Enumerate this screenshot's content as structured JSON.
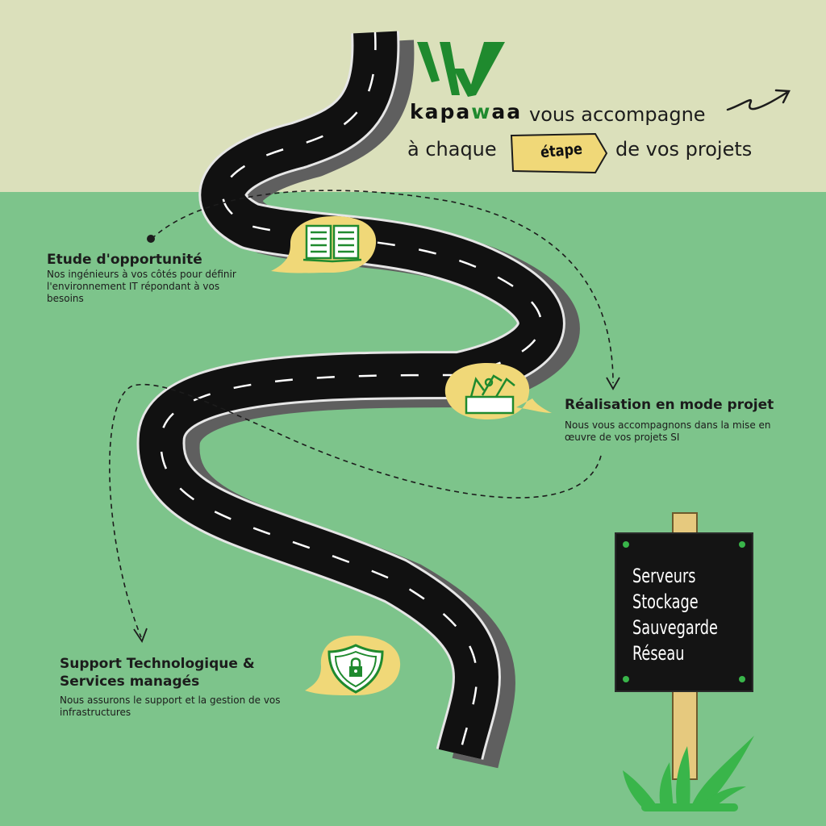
{
  "brand": {
    "name_part1": "kapa",
    "name_part2": "w",
    "name_part3": "aa",
    "green": "#1f8a2e"
  },
  "tagline": {
    "line1": "vous accompagne",
    "line2_before": "à chaque",
    "highlight": "étape",
    "line2_after": "de vos projets"
  },
  "colors": {
    "background_top": "#dbe0bb",
    "background_main": "#7dc48b",
    "road": "#111111",
    "badge": "#f0d878",
    "sign": "#141414",
    "post": "#e6c97e"
  },
  "steps": [
    {
      "title": "Etude d'opportunité",
      "description": "Nos ingénieurs à vos côtés pour définir l'environnement IT répondant à vos besoins",
      "icon": "open-book-icon"
    },
    {
      "title": "Réalisation en mode projet",
      "description": "Nous vous accompagnons dans la mise en œuvre de vos projets SI",
      "icon": "toolbox-icon"
    },
    {
      "title": "Support Technologique & Services managés",
      "description": "Nous assurons le support et la gestion de vos infrastructures",
      "icon": "security-shield-icon"
    }
  ],
  "signpost": {
    "items": [
      "Serveurs",
      "Stockage",
      "Sauvegarde",
      "Réseau"
    ]
  }
}
